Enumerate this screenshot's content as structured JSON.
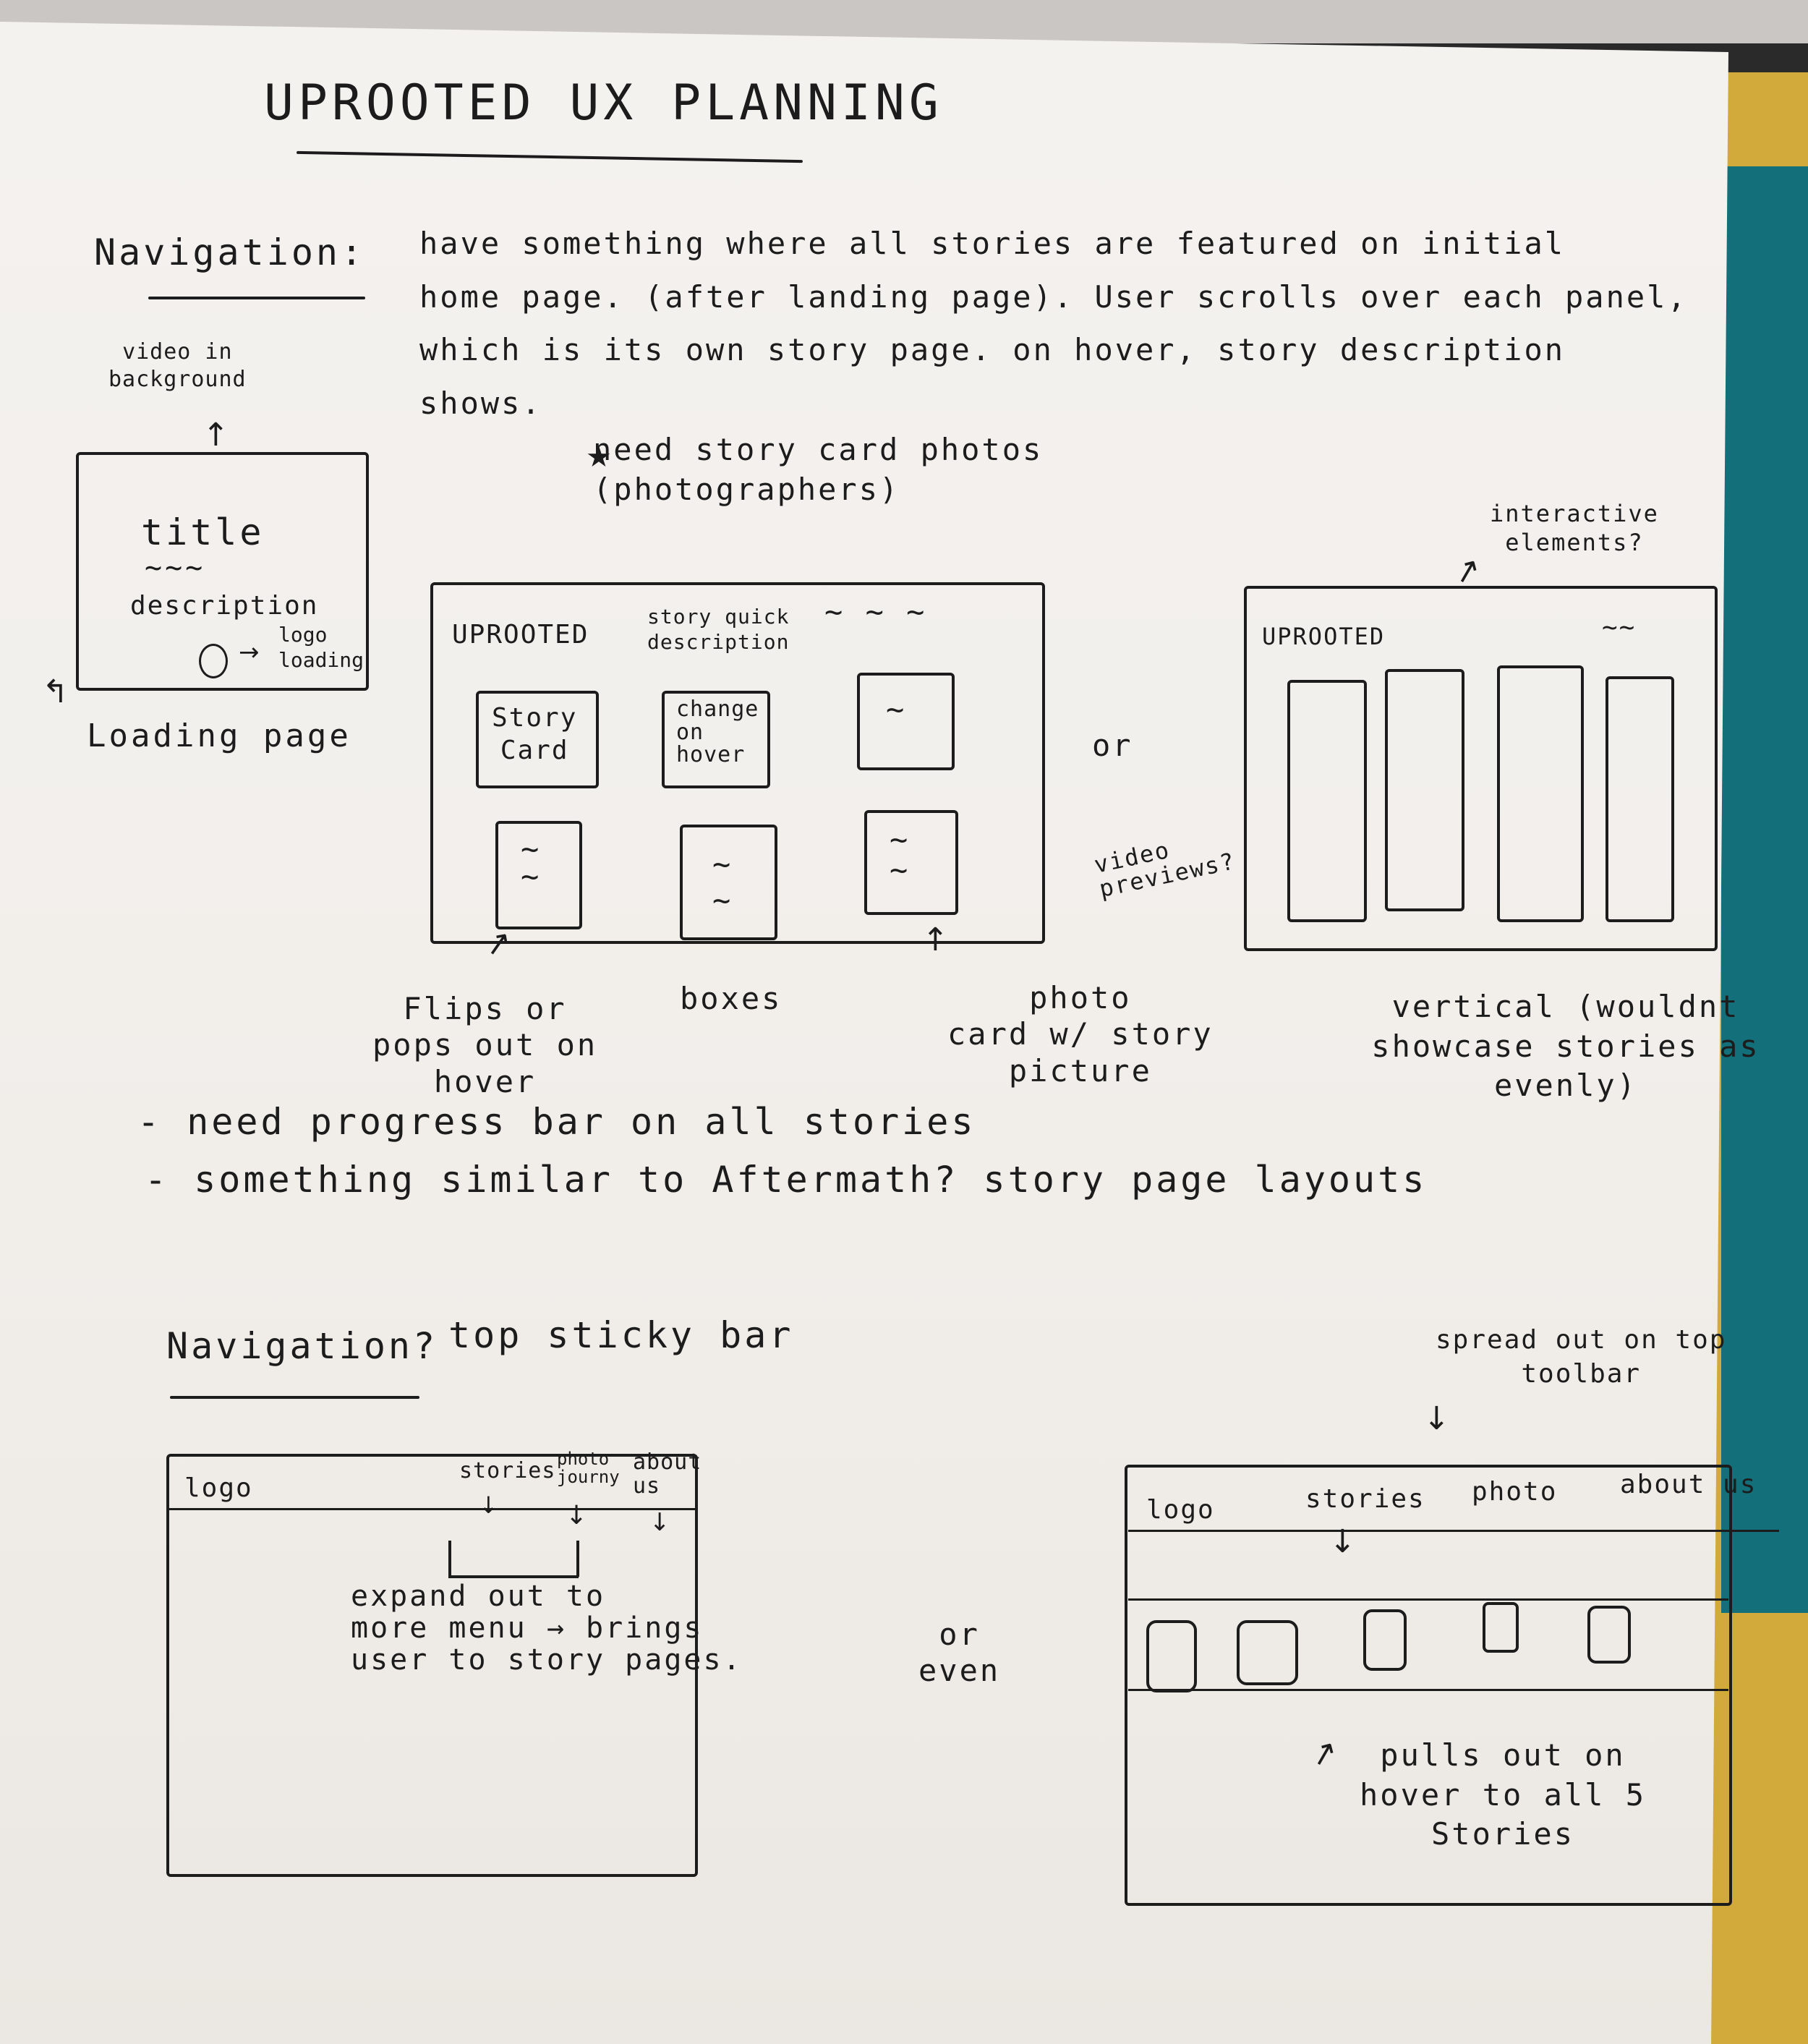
{
  "title": "UPROOTED UX PLANNING",
  "nav_section": {
    "label": "Navigation:",
    "text": "have something where all stories are featured on initial\nhome page. (after landing page). User scrolls over each panel,\nwhich is its own story page. on hover, story description\nshows.",
    "note": "need story card photos\n(photographers)"
  },
  "loading_sketch": {
    "top_note": "video in\nbackground",
    "title": "title",
    "description": "description",
    "logo_note": "logo\nloading",
    "caption": "Loading page"
  },
  "boxes_sketch": {
    "header": "UPROOTED",
    "quick_desc": "story quick\ndescription",
    "card1": "Story\nCard",
    "card2": "change\non\nhover",
    "caption_left": "Flips or\npops out on\nhover",
    "caption_mid": "boxes",
    "caption_right": "photo\ncard w/ story\npicture"
  },
  "or_label": "or",
  "vertical_sketch": {
    "top_note": "interactive\nelements?",
    "header": "UPROOTED",
    "side_note": "video\npreviews?",
    "caption": "vertical (wouldnt\nshowcase stories as evenly)"
  },
  "bullets": [
    "- need progress bar on all stories",
    "- something similar to Aftermath? story page layouts"
  ],
  "nav2_section": {
    "label": "Navigation?",
    "text": "top sticky bar"
  },
  "sticky_sketch": {
    "logo": "logo",
    "stories": "stories",
    "photo": "photo\njourny",
    "about": "about\nus",
    "note": "expand out to\nmore menu → brings\nuser to story pages."
  },
  "or_even_label": "or\neven",
  "toolbar_sketch": {
    "top_note": "spread out on top\ntoolbar",
    "logo": "logo",
    "stories": "stories",
    "photo": "photo",
    "about": "about us",
    "note": "pulls out on\nhover to all 5\nStories"
  }
}
